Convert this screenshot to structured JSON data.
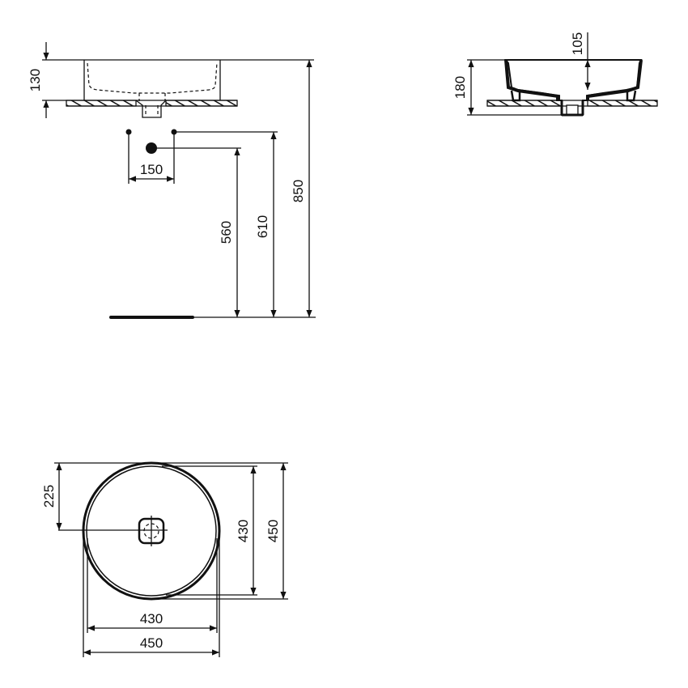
{
  "drawing": {
    "subject": "Round vessel washbasin technical drawing",
    "stroke_color": "#111111",
    "background": "#ffffff"
  },
  "front_view": {
    "height_label": "130",
    "overall_height_label": "850"
  },
  "side_view": {
    "height_label": "180",
    "bowl_depth_label": "105"
  },
  "wall_connections": {
    "tap_spacing_label": "150",
    "drain_height_label": "560",
    "tap_height_label": "610"
  },
  "plan_view": {
    "drain_offset_label": "225",
    "inner_width_label": "430",
    "outer_width_label": "450",
    "inner_depth_label": "430",
    "outer_depth_label": "450"
  }
}
